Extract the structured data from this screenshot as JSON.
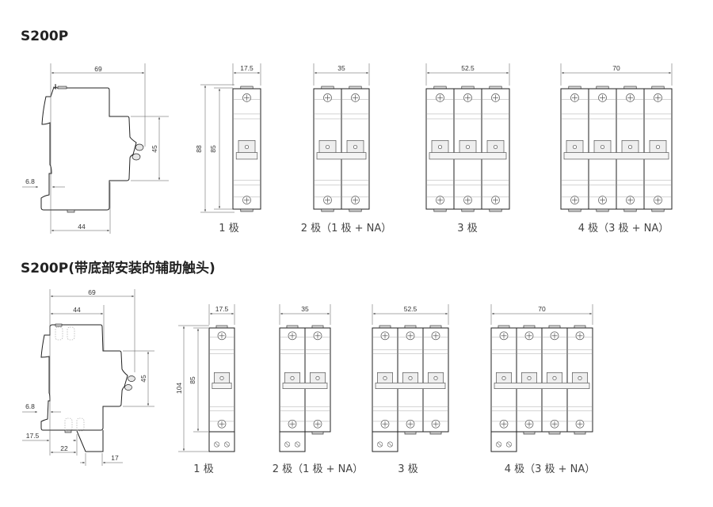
{
  "sections": [
    {
      "title": "S200P",
      "side_view": {
        "dims": {
          "overall_depth": "69",
          "front_height": "45",
          "rail_offset": "6.8",
          "body_depth": "44"
        }
      },
      "front_views": [
        {
          "width_label": "17.5",
          "poles": 1,
          "caption": "1 极",
          "height_outer": "88",
          "height_inner": "85"
        },
        {
          "width_label": "35",
          "poles": 2,
          "caption": "2 极（1 极 + NA）"
        },
        {
          "width_label": "52.5",
          "poles": 3,
          "caption": "3 极"
        },
        {
          "width_label": "70",
          "poles": 4,
          "caption": "4 极（3 极 + NA）"
        }
      ]
    },
    {
      "title": "S200P(带底部安装的辅助触头)",
      "side_view": {
        "dims": {
          "overall_depth": "69",
          "body_depth": "44",
          "front_height": "45",
          "rail_offset": "6.8",
          "aux_offset": "17.5",
          "aux_position": "22",
          "aux_width": "17"
        }
      },
      "front_views": [
        {
          "width_label": "17.5",
          "poles": 1,
          "caption": "1 极",
          "height_outer": "104",
          "height_inner": "85"
        },
        {
          "width_label": "35",
          "poles": 2,
          "caption": "2 极（1 极 + NA）"
        },
        {
          "width_label": "52.5",
          "poles": 3,
          "caption": "3 极"
        },
        {
          "width_label": "70",
          "poles": 4,
          "caption": "4 极（3 极 + NA）"
        }
      ]
    }
  ]
}
